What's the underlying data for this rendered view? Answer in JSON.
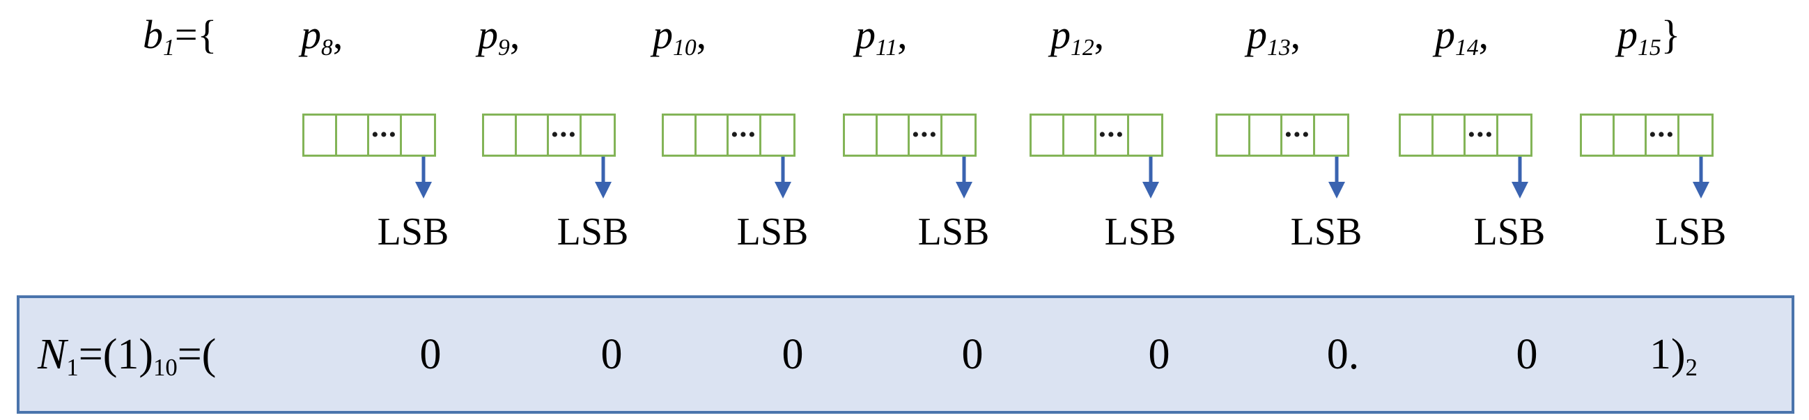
{
  "figure": {
    "title": "Bit-plane LSB extraction diagram",
    "colors": {
      "register_border": "#83b457",
      "arrow": "#3a63b0",
      "result_fill": "#dbe3f2",
      "result_border": "#4a74ac",
      "text": "#000000"
    }
  },
  "set_row": {
    "lhs_symbol": "b",
    "lhs_subscript": "1",
    "equals": "=",
    "open_brace": "{",
    "close_brace": "}",
    "prefix": "b₁ = {",
    "elements": [
      {
        "symbol": "p",
        "subscript": "8",
        "separator": ",",
        "text": "p₈,"
      },
      {
        "symbol": "p",
        "subscript": "9",
        "separator": ",",
        "text": "p₉,"
      },
      {
        "symbol": "p",
        "subscript": "10",
        "separator": ",",
        "text": "p₁₀,"
      },
      {
        "symbol": "p",
        "subscript": "11",
        "separator": ",",
        "text": "p₁₁,"
      },
      {
        "symbol": "p",
        "subscript": "12",
        "separator": ",",
        "text": "p₁₂,"
      },
      {
        "symbol": "p",
        "subscript": "13",
        "separator": ",",
        "text": "p₁₃,"
      },
      {
        "symbol": "p",
        "subscript": "14",
        "separator": ",",
        "text": "p₁₄,"
      },
      {
        "symbol": "p",
        "subscript": "15",
        "separator": "}",
        "text": "p₁₅}"
      }
    ]
  },
  "registers": {
    "count": 8,
    "cells_per_register": 4,
    "ellipsis_cell_index": 2,
    "ellipsis_glyph": "•••"
  },
  "arrows": {
    "count": 8,
    "direction": "down",
    "label": "down-arrow"
  },
  "lsb_row": {
    "count": 8,
    "labels": [
      "LSB",
      "LSB",
      "LSB",
      "LSB",
      "LSB",
      "LSB",
      "LSB",
      "LSB"
    ]
  },
  "result_bar": {
    "lhs": "N₁ = (1)₁₀ = (",
    "lhs_symbol": "N",
    "lhs_subscript": "1",
    "equals1": "=",
    "decimal_value": "(1)",
    "decimal_base": "10",
    "equals2": "=",
    "open_paren": "(",
    "bits": [
      "0",
      "0",
      "0",
      "0",
      "0",
      "0.",
      "0",
      "1)"
    ],
    "binary_base": "2",
    "closing": "1)₂"
  }
}
